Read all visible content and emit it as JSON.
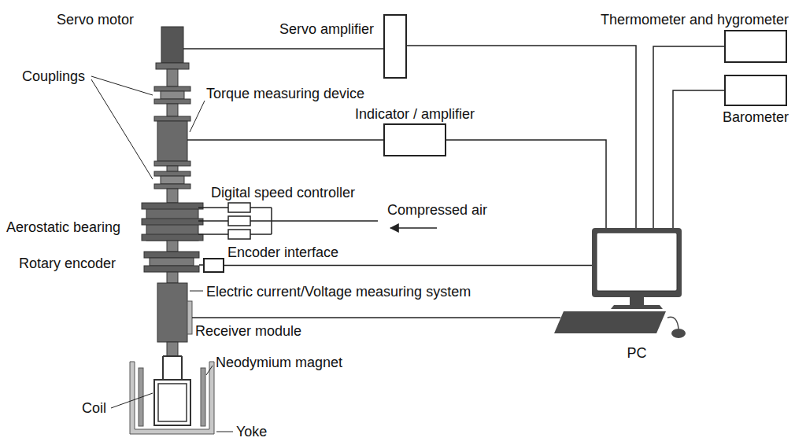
{
  "diagram": {
    "nodes": [
      {
        "text": [
          "Servo amplifier"
        ]
      },
      {
        "text": [
          "Thermometer and hygrometer"
        ]
      },
      {
        "text": [
          "Indicator / amplifier"
        ]
      },
      {
        "text": [
          "Barometer"
        ]
      },
      {
        "text": [
          "Encoder interface"
        ]
      },
      {
        "text": [
          "PC"
        ]
      }
    ],
    "edges": [
      {
        "from": 0,
        "to": 5,
        "arrow": "none"
      },
      {
        "from": 1,
        "to": 5,
        "arrow": "none"
      },
      {
        "from": 2,
        "to": 5,
        "arrow": "none"
      },
      {
        "from": 3,
        "to": 5,
        "arrow": "none"
      },
      {
        "from": 4,
        "to": 5,
        "arrow": "none"
      }
    ],
    "labels": [
      "Servo motor",
      "Couplings",
      "Torque measuring device",
      "Digital speed controller",
      "Compressed air",
      "Aerostatic bearing",
      "Rotary encoder",
      "Electric current/Voltage measuring system",
      "Receiver module",
      "Coil",
      "Neodymium magnet",
      "Yoke"
    ]
  }
}
